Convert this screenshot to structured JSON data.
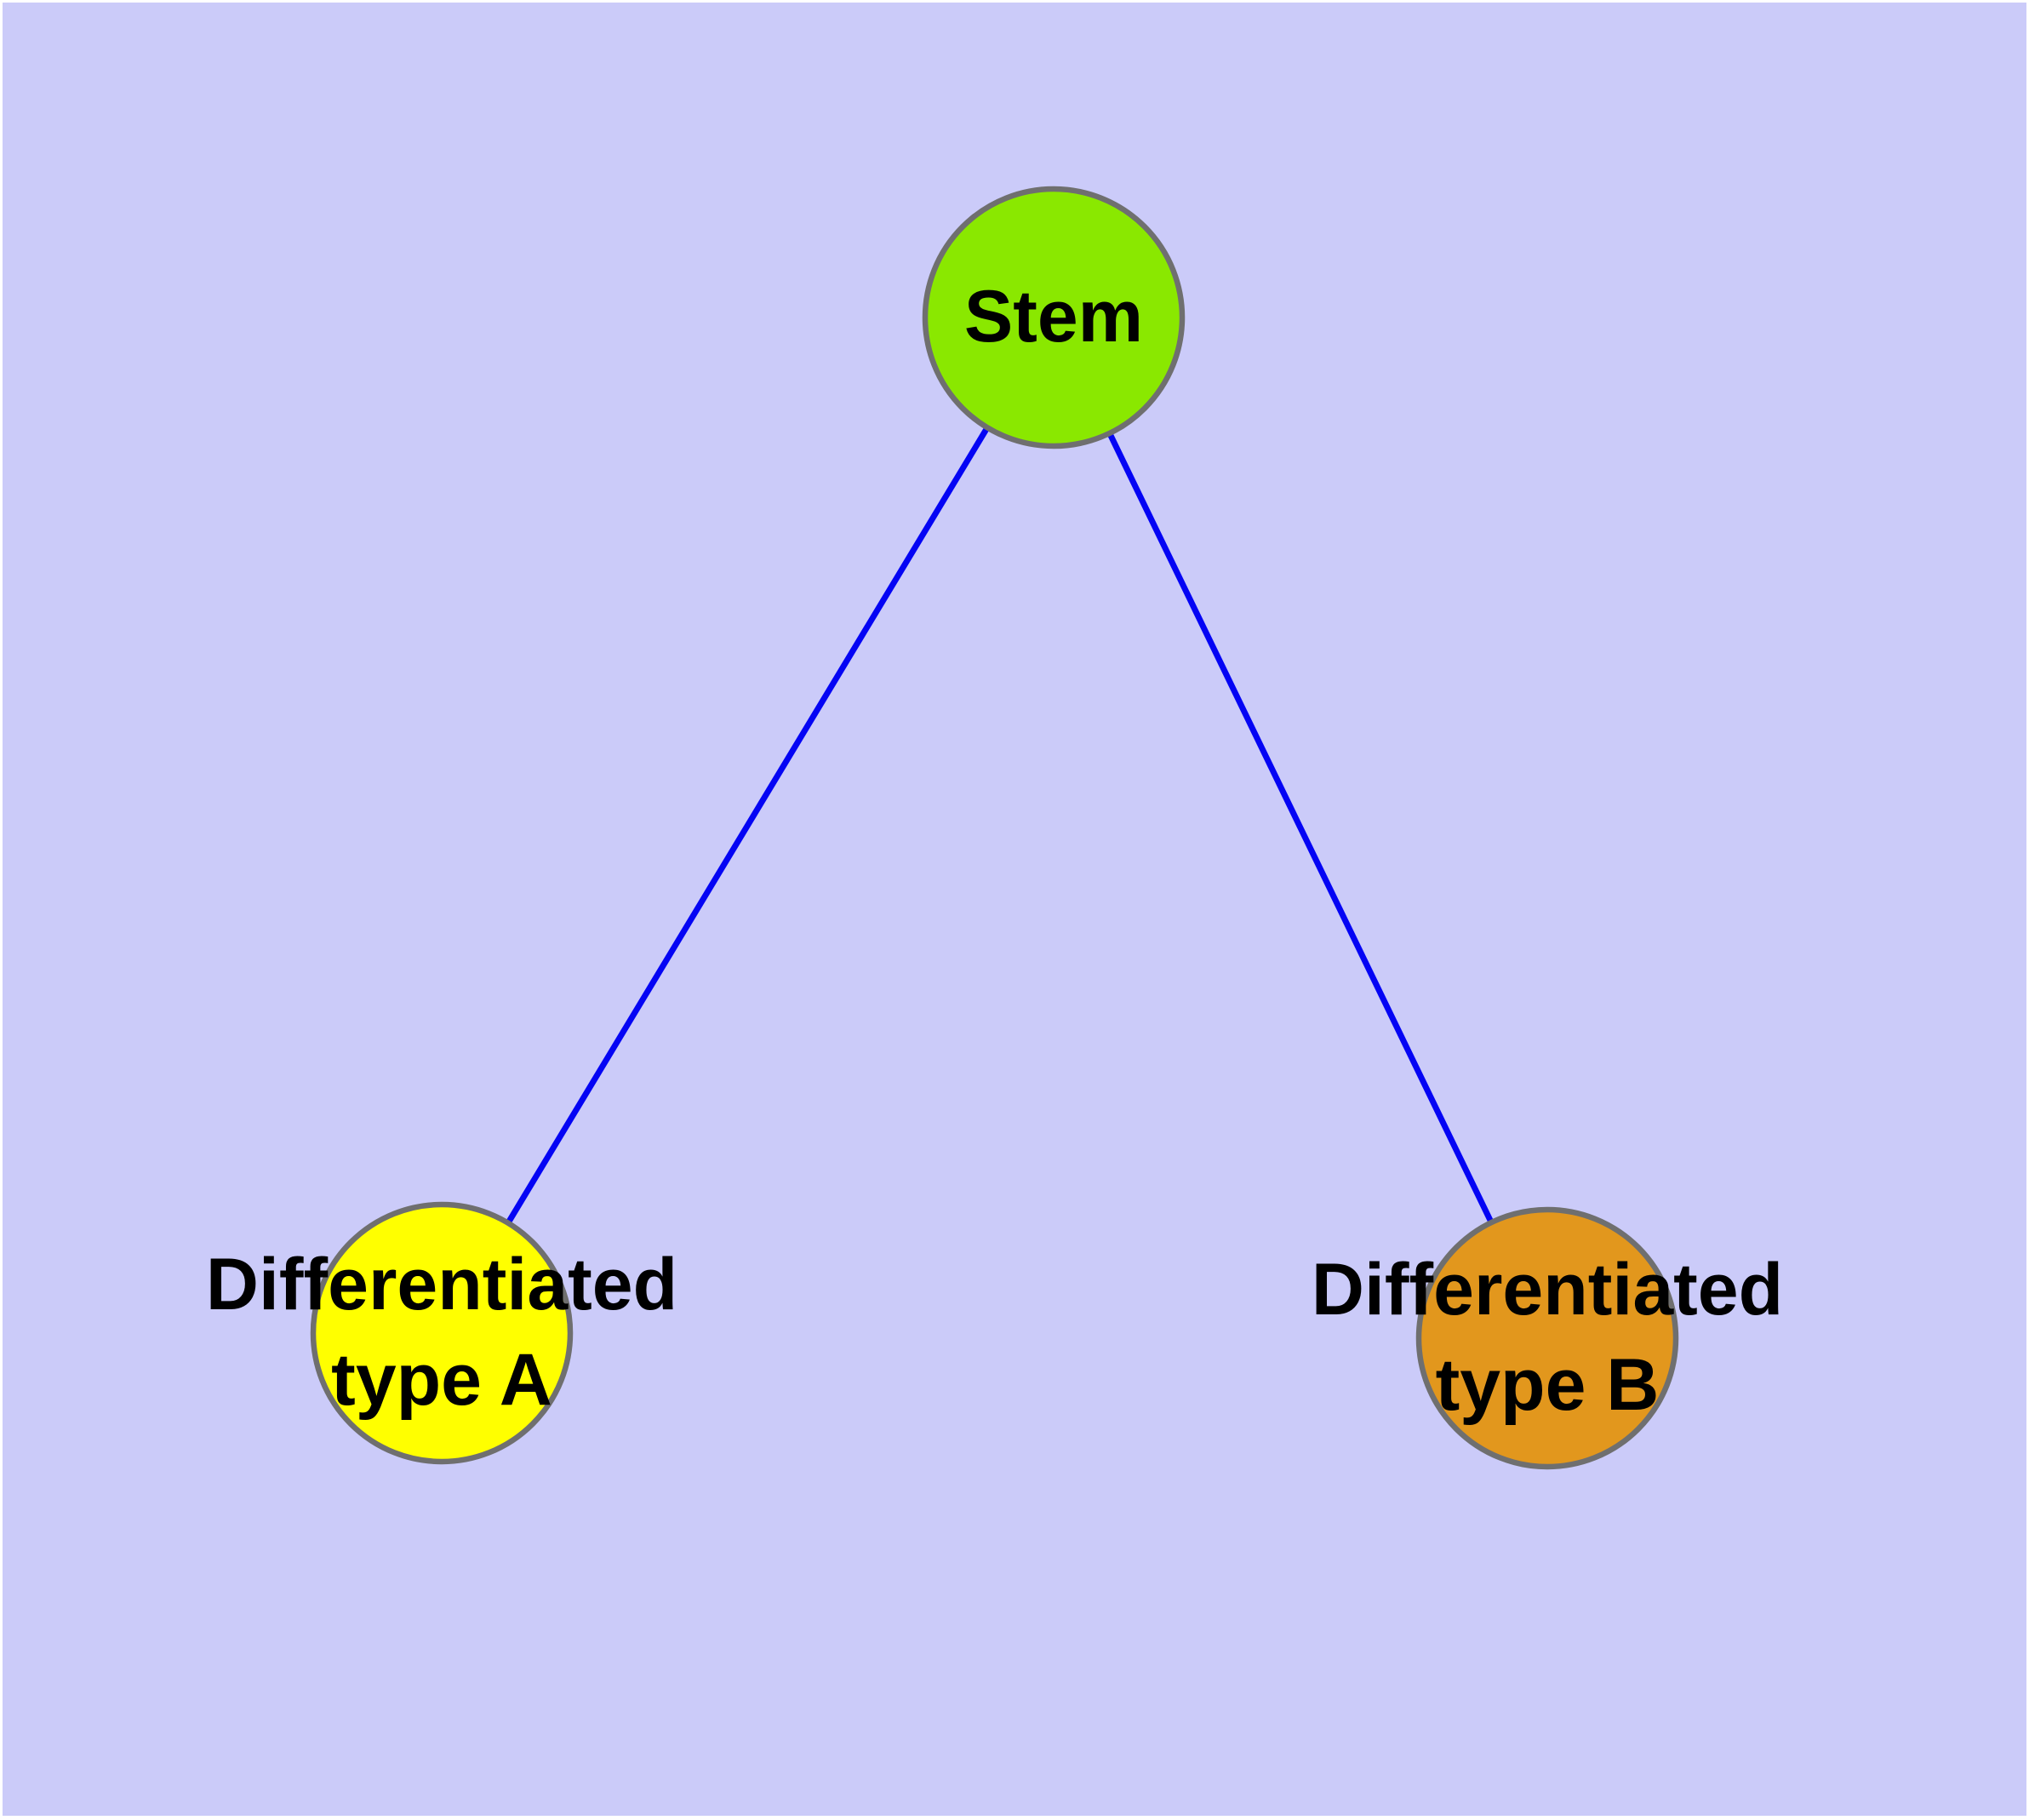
{
  "canvas": {
    "background_color": "#CBCBF9",
    "frame_color": "#FFFFFF"
  },
  "graph": {
    "type": "node-link-diagram",
    "label_color": "#000000",
    "edge_color": "#0404F4",
    "node_stroke_color": "#6F6F6F",
    "nodes": [
      {
        "id": "stem",
        "label": "Stem",
        "fill": "#8AE800",
        "stroke": "#6F6F6F"
      },
      {
        "id": "differentiated-type-a",
        "label": "Differentiated\ntype A",
        "fill": "#FFFF00",
        "stroke": "#6F6F6F"
      },
      {
        "id": "differentiated-type-b",
        "label": "Differentiated\ntype B",
        "fill": "#E2971D",
        "stroke": "#6F6F6F"
      }
    ],
    "edges": [
      {
        "from": "Stem",
        "to": "Differentiated type A",
        "color": "#0404F4"
      },
      {
        "from": "Stem",
        "to": "Differentiated type B",
        "color": "#0404F4"
      }
    ]
  }
}
